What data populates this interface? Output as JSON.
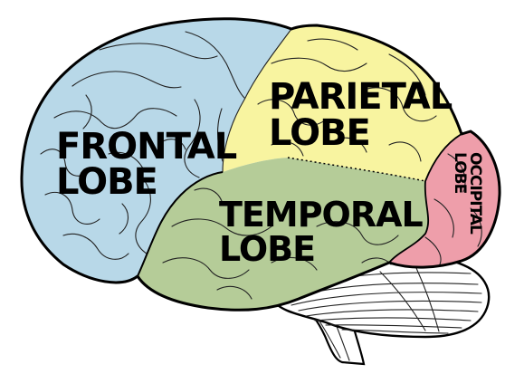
{
  "diagram": {
    "lobes": [
      {
        "id": "frontal",
        "label_lines": [
          "FRONTAL",
          "LOBE"
        ],
        "color": "#b8d8e8"
      },
      {
        "id": "parietal",
        "label_lines": [
          "PARIETAL",
          "LOBE"
        ],
        "color": "#f8f4a0"
      },
      {
        "id": "temporal",
        "label_lines": [
          "TEMPORAL",
          "LOBE"
        ],
        "color": "#b5cc98"
      },
      {
        "id": "occipital",
        "label_lines": [
          "OCCIPITAL",
          "LOBE"
        ],
        "color": "#ee9eaa"
      }
    ],
    "cerebellum_color": "#ffffff",
    "outline_color": "#000000"
  }
}
